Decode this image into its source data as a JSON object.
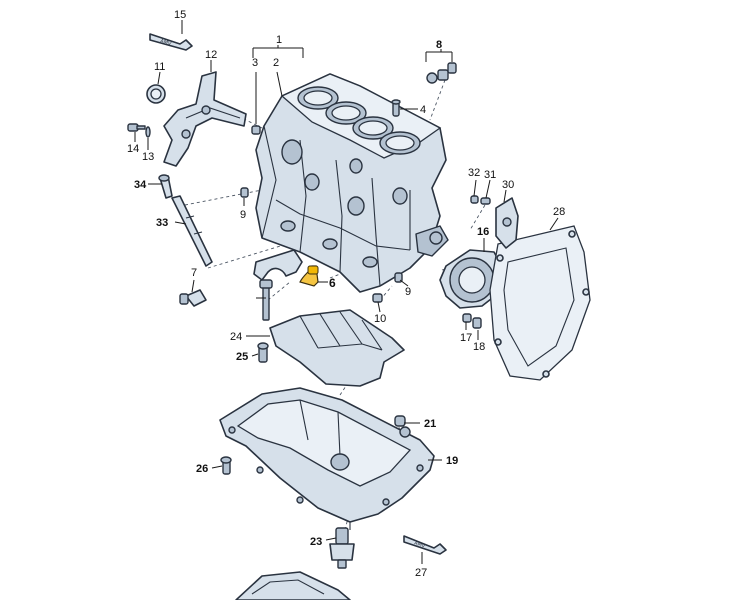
{
  "diagram": {
    "callouts": [
      {
        "label": "1",
        "style": "callout"
      },
      {
        "label": "2",
        "style": "callout"
      },
      {
        "label": "3",
        "style": "callout"
      },
      {
        "label": "4",
        "style": "callout"
      },
      {
        "label": "6",
        "style": "callout-hl"
      },
      {
        "label": "7",
        "style": "callout"
      },
      {
        "label": "8",
        "style": "callout-bold"
      },
      {
        "label": "9",
        "style": "callout"
      },
      {
        "label": "9",
        "style": "callout"
      },
      {
        "label": "10",
        "style": "callout"
      },
      {
        "label": "11",
        "style": "callout"
      },
      {
        "label": "12",
        "style": "callout"
      },
      {
        "label": "13",
        "style": "callout"
      },
      {
        "label": "14",
        "style": "callout"
      },
      {
        "label": "15",
        "style": "callout"
      },
      {
        "label": "16",
        "style": "callout-bold"
      },
      {
        "label": "17",
        "style": "callout"
      },
      {
        "label": "18",
        "style": "callout"
      },
      {
        "label": "19",
        "style": "callout-bold"
      },
      {
        "label": "21",
        "style": "callout-bold"
      },
      {
        "label": "23",
        "style": "callout-bold"
      },
      {
        "label": "24",
        "style": "callout"
      },
      {
        "label": "25",
        "style": "callout-bold"
      },
      {
        "label": "26",
        "style": "callout-bold"
      },
      {
        "label": "27",
        "style": "callout"
      },
      {
        "label": "28",
        "style": "callout"
      },
      {
        "label": "30",
        "style": "callout"
      },
      {
        "label": "31",
        "style": "callout"
      },
      {
        "label": "32",
        "style": "callout"
      },
      {
        "label": "33",
        "style": "callout-bold"
      },
      {
        "label": "34",
        "style": "callout-bold"
      }
    ]
  }
}
